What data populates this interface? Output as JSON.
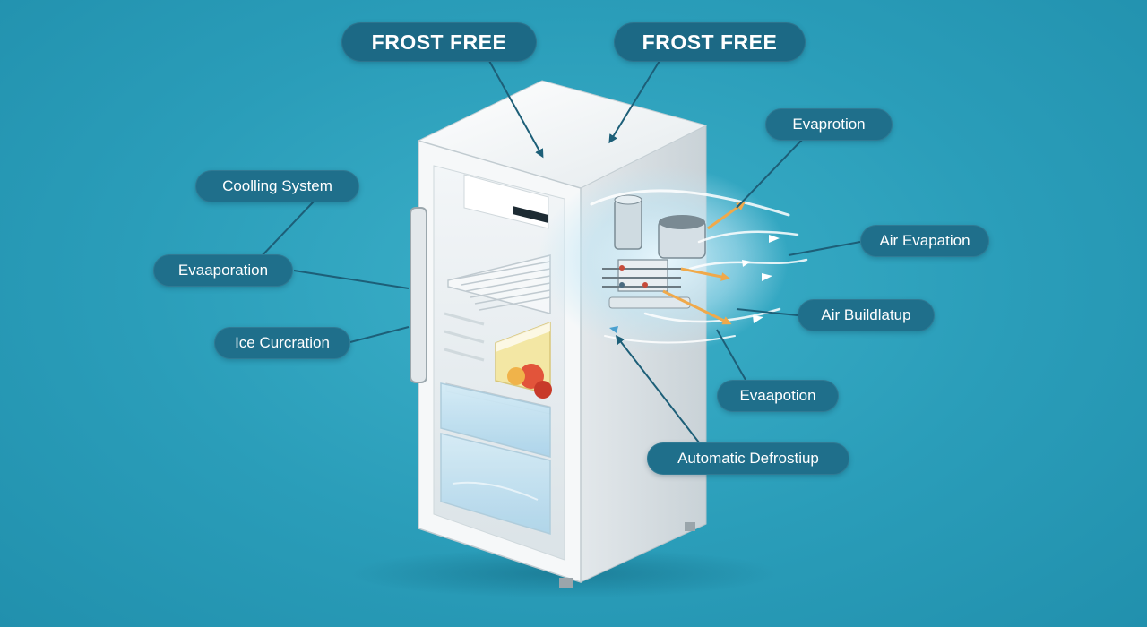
{
  "labels": {
    "frost_free_left": "FROST FREE",
    "frost_free_right": "FROST FREE",
    "cooling_system": "Coolling System",
    "evaporation_left": "Evaaporation",
    "ice_curcration": "Ice Curcration",
    "evaprotion_top": "Evaprotion",
    "air_evapation": "Air Evapation",
    "air_buildlatup": "Air Buildlatup",
    "evapotion": "Evaapotion",
    "automatic_defrostiup": "Automatic Defrostiup"
  },
  "colors": {
    "background": "#2a9db9",
    "label_fill": "#1f6f8b",
    "leader_line": "#1d5f78",
    "fridge_body": "#eef2f4",
    "airflow_accent": "#f0a94a"
  }
}
